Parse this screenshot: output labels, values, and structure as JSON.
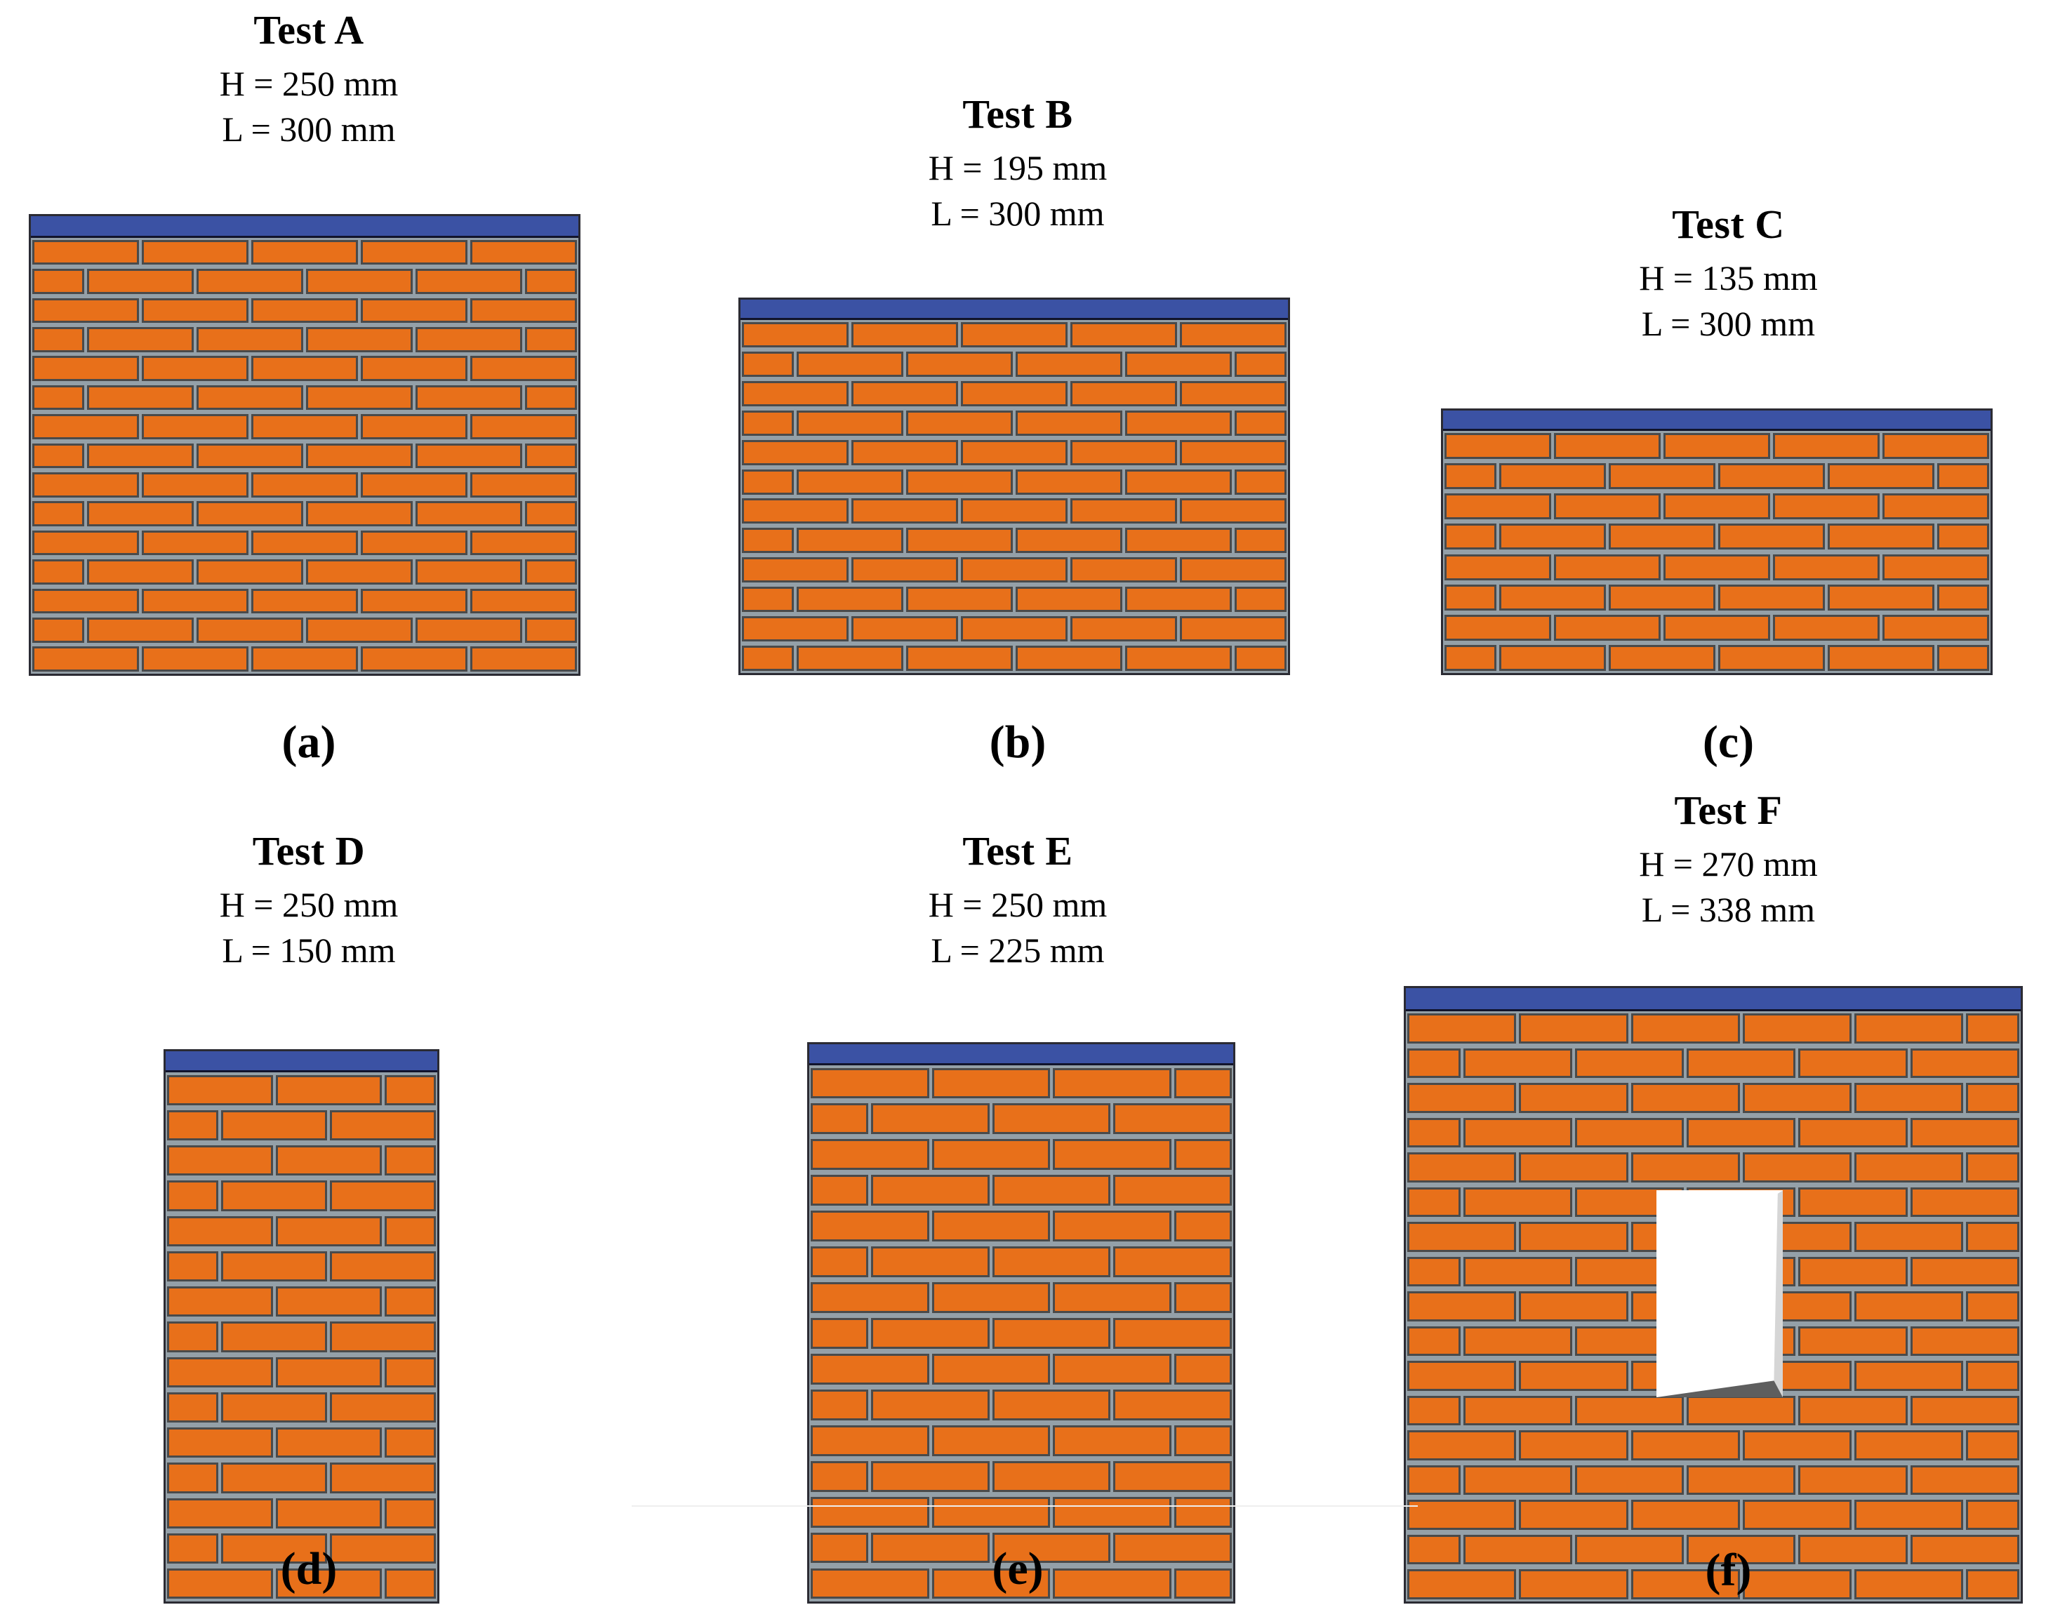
{
  "figure": {
    "background_color": "#ffffff",
    "brick_color": "#E8701A",
    "mortar_color": "#94A0A8",
    "beam_color": "#3B52A4",
    "outline_color": "#4a4a4a",
    "opening_color": "#ffffff"
  },
  "panels": [
    {
      "id": "a",
      "title": "Test A",
      "height_line": "H = 250 mm",
      "length_line": "L = 300 mm",
      "sub_label": "(a)",
      "H_mm": 250,
      "L_mm": 300,
      "courses": 15,
      "bricks_per_course": 5,
      "has_opening": false
    },
    {
      "id": "b",
      "title": "Test B",
      "height_line": "H = 195 mm",
      "length_line": "L = 300 mm",
      "sub_label": "(b)",
      "H_mm": 195,
      "L_mm": 300,
      "courses": 12,
      "bricks_per_course": 5,
      "has_opening": false
    },
    {
      "id": "c",
      "title": "Test C",
      "height_line": "H = 135 mm",
      "length_line": "L = 300 mm",
      "sub_label": "(c)",
      "H_mm": 135,
      "L_mm": 300,
      "courses": 8,
      "bricks_per_course": 5,
      "has_opening": false
    },
    {
      "id": "d",
      "title": "Test D",
      "height_line": "H = 250 mm",
      "length_line": "L = 150 mm",
      "sub_label": "(d)",
      "H_mm": 250,
      "L_mm": 150,
      "courses": 15,
      "bricks_per_course": 2.5,
      "has_opening": false
    },
    {
      "id": "e",
      "title": "Test E",
      "height_line": "H = 250 mm",
      "length_line": "L = 225 mm",
      "sub_label": "(e)",
      "H_mm": 250,
      "L_mm": 225,
      "courses": 15,
      "bricks_per_course": 3.5,
      "has_opening": false
    },
    {
      "id": "f",
      "title": "Test F",
      "height_line": "H = 270 mm",
      "length_line": "L = 338 mm",
      "sub_label": "(f)",
      "H_mm": 270,
      "L_mm": 338,
      "courses": 17,
      "bricks_per_course": 5.5,
      "has_opening": true
    }
  ]
}
